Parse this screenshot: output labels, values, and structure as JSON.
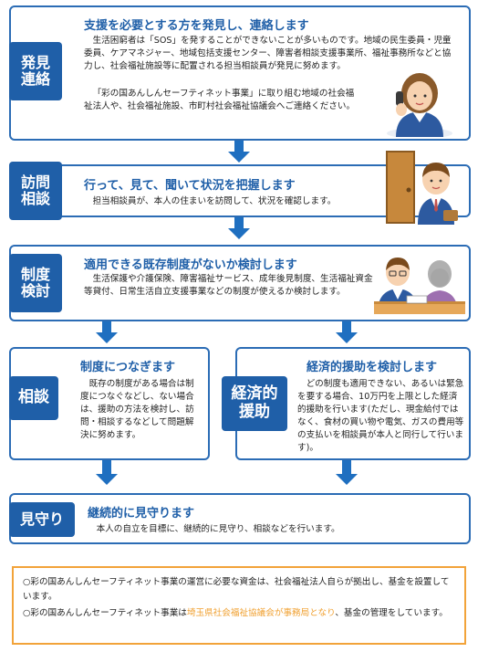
{
  "steps": {
    "discovery": {
      "tag": [
        "発見",
        "連絡"
      ],
      "title": "支援を必要とする方を発見し、連絡します",
      "body1": "生活困窮者は「SOS」を発することができないことが多いものです。地域の民生委員・児童委員、ケアマネジャー、地域包括支援センター、障害者相談支援事業所、福祉事務所などと協力し、社会福祉施設等に配置される担当相談員が発見に努めます。",
      "body2": "「彩の国あんしんセーフティネット事業」に取り組む地域の社会福祉法人や、社会福祉施設、市町村社会福祉協議会へご連絡ください。"
    },
    "visit": {
      "tag": [
        "訪問",
        "相談"
      ],
      "title": "行って、見て、聞いて状況を把握します",
      "body": "担当相談員が、本人の住まいを訪問して、状況を確認します。"
    },
    "review": {
      "tag": [
        "制度",
        "検討"
      ],
      "title": "適用できる既存制度がないか検討します",
      "body": "生活保護や介護保険、障害福祉サービス、成年後見制度、生活福祉資金等貸付、日常生活自立支援事業などの制度が使えるか検討します。"
    },
    "consult": {
      "tag": [
        "相談"
      ],
      "title": "制度につなぎます",
      "body": "既存の制度がある場合は制度につなぐなどし、ない場合は、援助の方法を検討し、訪問・相談するなどして問題解決に努めます。"
    },
    "aid": {
      "tag": [
        "経済的",
        "援助"
      ],
      "title": "経済的援助を検討します",
      "body": "どの制度も適用できない、あるいは緊急を要する場合、10万円を上限とした経済的援助を行います(ただし、現金給付ではなく、食材の買い物や電気、ガスの費用等の支払いを相談員が本人と同行して行います)。"
    },
    "watch": {
      "tag": [
        "見守り"
      ],
      "title": "継続的に見守ります",
      "body": "本人の自立を目標に、継続的に見守り、相談などを行います。"
    }
  },
  "notes": {
    "line1": "○彩の国あんしんセーフティネット事業の運営に必要な資金は、社会福祉法人自らが拠出し、基金を設置しています。",
    "line2_pre": "○彩の国あんしんセーフティネット事業は",
    "line2_highlight": "埼玉県社会福祉協議会が事務局となり",
    "line2_post": "、基金の管理をしています。"
  },
  "colors": {
    "primary": "#1f5fa8",
    "arrow": "#1f6fc0",
    "note_border": "#f2a33a",
    "highlight": "#f0a030"
  }
}
